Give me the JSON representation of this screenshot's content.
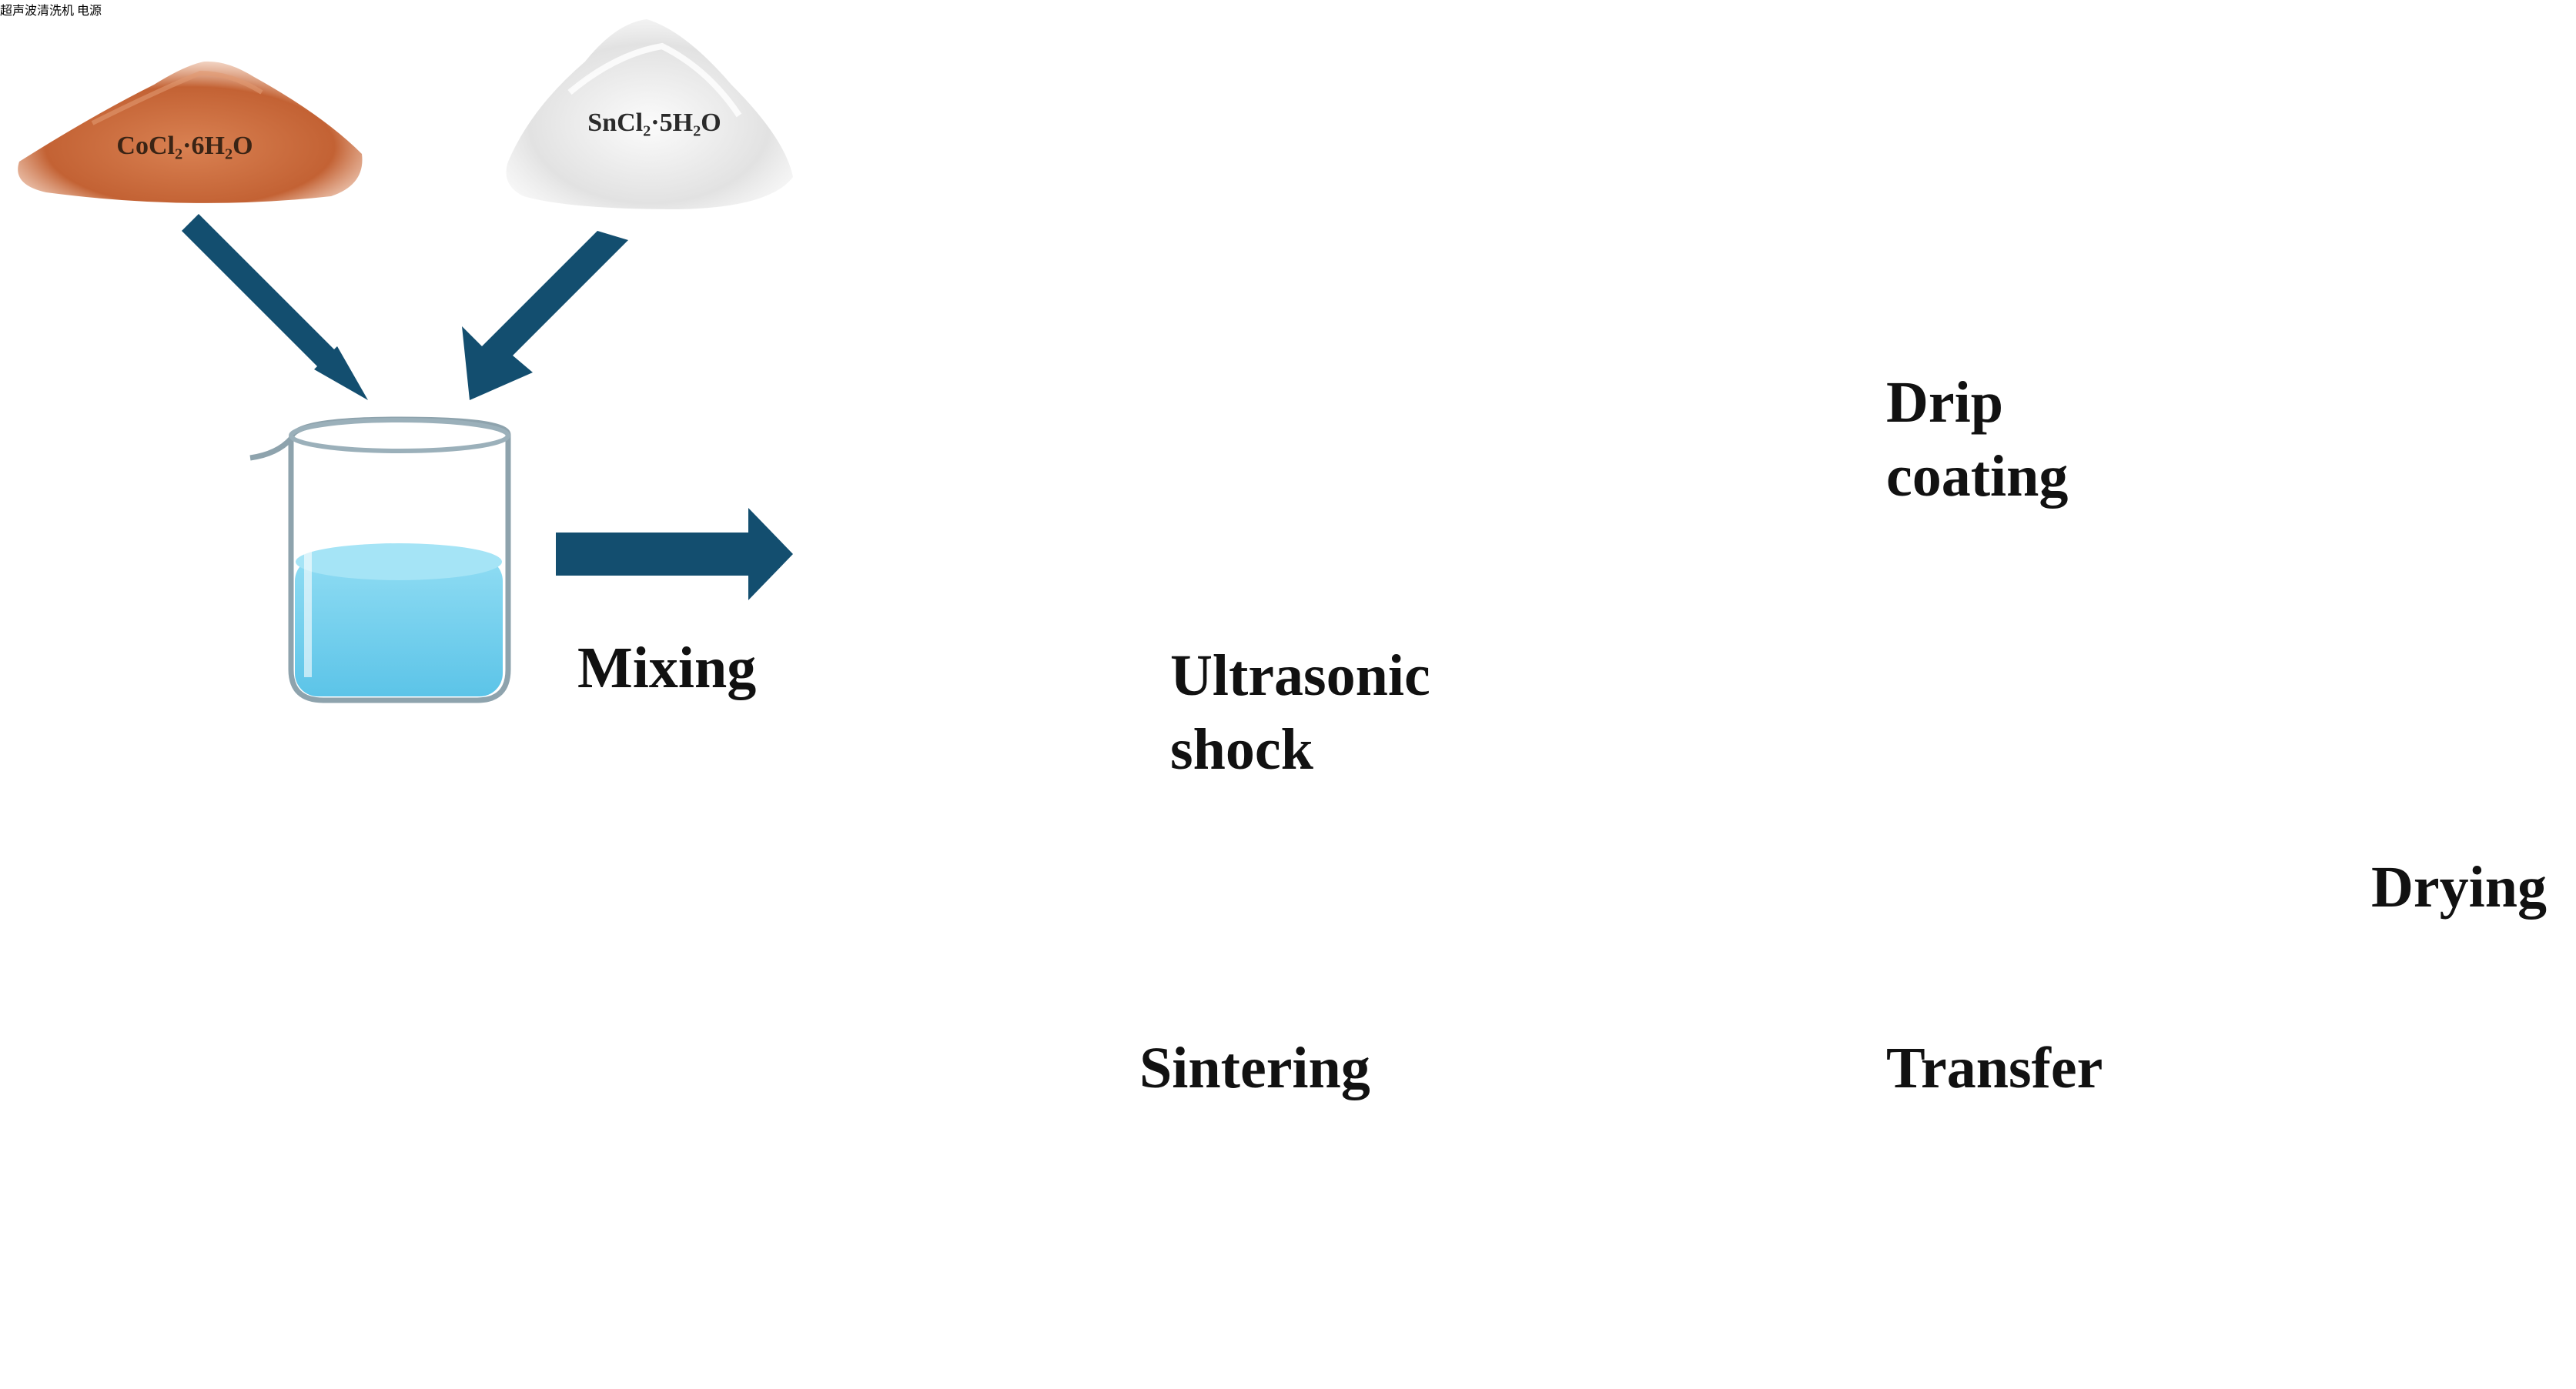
{
  "reagents": {
    "cobalt": "CoCl₂·6H₂O",
    "tin": "SnCl₂·5H₂O"
  },
  "steps": {
    "mixing": "Mixing",
    "ultrasonic_line1": "Ultrasonic",
    "ultrasonic_line2": "shock",
    "drip_line1": "Drip",
    "drip_line2": "coating",
    "drying": "Drying",
    "transfer": "Transfer",
    "sintering": "Sintering"
  },
  "equipment_labels": {
    "ultrasonic_cleaner": "超声波清洗机",
    "ultrasonic_power": "电源"
  },
  "colors": {
    "arrow": "#134e6f",
    "cobalt_powder": "#c96a3f",
    "tin_powder": "#ececec",
    "water": "#6fd0ee",
    "device_blue": "#1a76b2",
    "device_body": "#e8e8e8"
  },
  "icons": [
    "beaker-icon",
    "magnetic-stirrer-icon",
    "ultrasonic-cleaner-icon",
    "petri-dish-icon",
    "pipette-icon",
    "drying-oven-icon",
    "crucible-boat-icon",
    "muffle-furnace-icon"
  ]
}
